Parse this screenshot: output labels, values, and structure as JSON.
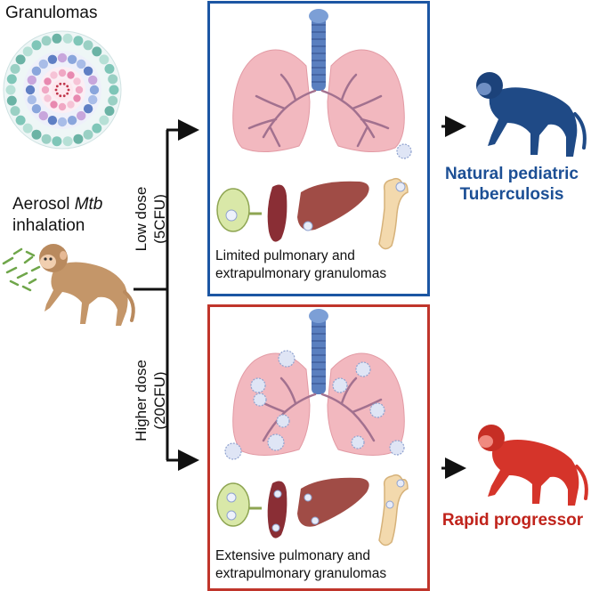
{
  "labels": {
    "granulomas": "Granulomas",
    "aerosol_prefix": "Aerosol ",
    "aerosol_mtb": "Mtb",
    "aerosol_suffix": "inhalation"
  },
  "low_dose": {
    "line1": "Low dose",
    "line2": "(5CFU)"
  },
  "high_dose": {
    "line1": "Higher dose",
    "line2": "(20CFU)"
  },
  "panel_low": {
    "caption_line1": "Limited pulmonary and",
    "caption_line2": "extrapulmonary granulomas"
  },
  "panel_high": {
    "caption_line1": "Extensive pulmonary and",
    "caption_line2": "extrapulmonary granulomas"
  },
  "outcome_low": {
    "line1": "Natural pediatric",
    "line2": "Tuberculosis"
  },
  "outcome_high": {
    "text": "Rapid progressor"
  },
  "colors": {
    "blue_accent": "#1c56a3",
    "red_accent": "#c0352b",
    "lung_pink": "#f2b8bf",
    "trachea_blue": "#5a7fbf",
    "monkey_tan": "#b98a5e",
    "monkey_blue": "#1f4a86",
    "monkey_red": "#d5342a"
  }
}
